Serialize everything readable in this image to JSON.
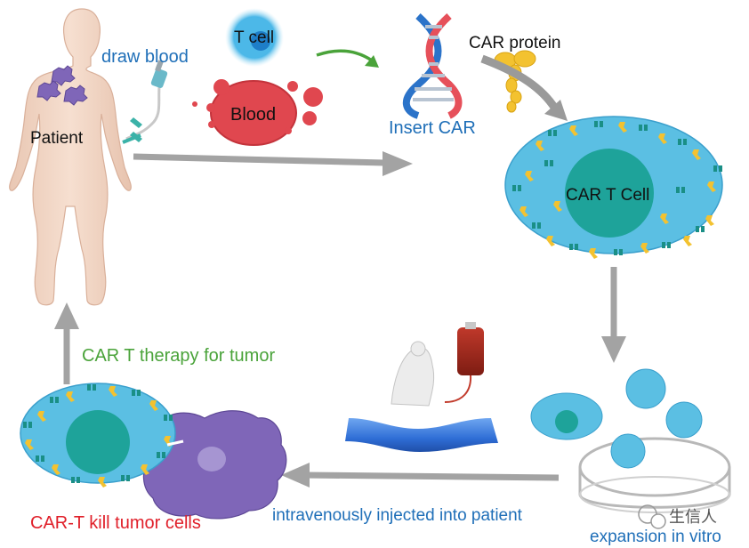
{
  "labels": {
    "draw_blood": "draw blood",
    "t_cell": "T cell",
    "blood": "Blood",
    "patient": "Patient",
    "insert_car": "Insert CAR",
    "car_protein": "CAR protein",
    "car_t_cell": "CAR T Cell",
    "therapy": "CAR T therapy for tumor",
    "kill": "CAR-T kill tumor cells",
    "injected": "intravenously injected into patient",
    "expansion": "expansion in vitro"
  },
  "watermark": {
    "text": "生信人",
    "icon": "wechat-icon"
  },
  "colors": {
    "cell_fill": "#5bbfe3",
    "nucleus": "#1ea39a",
    "tumor": "#7f66b8",
    "blood": "#e0474f",
    "arrow": "#9a9a9a",
    "green_arrow": "#4aa33a",
    "skin": "#f3d9c8"
  }
}
